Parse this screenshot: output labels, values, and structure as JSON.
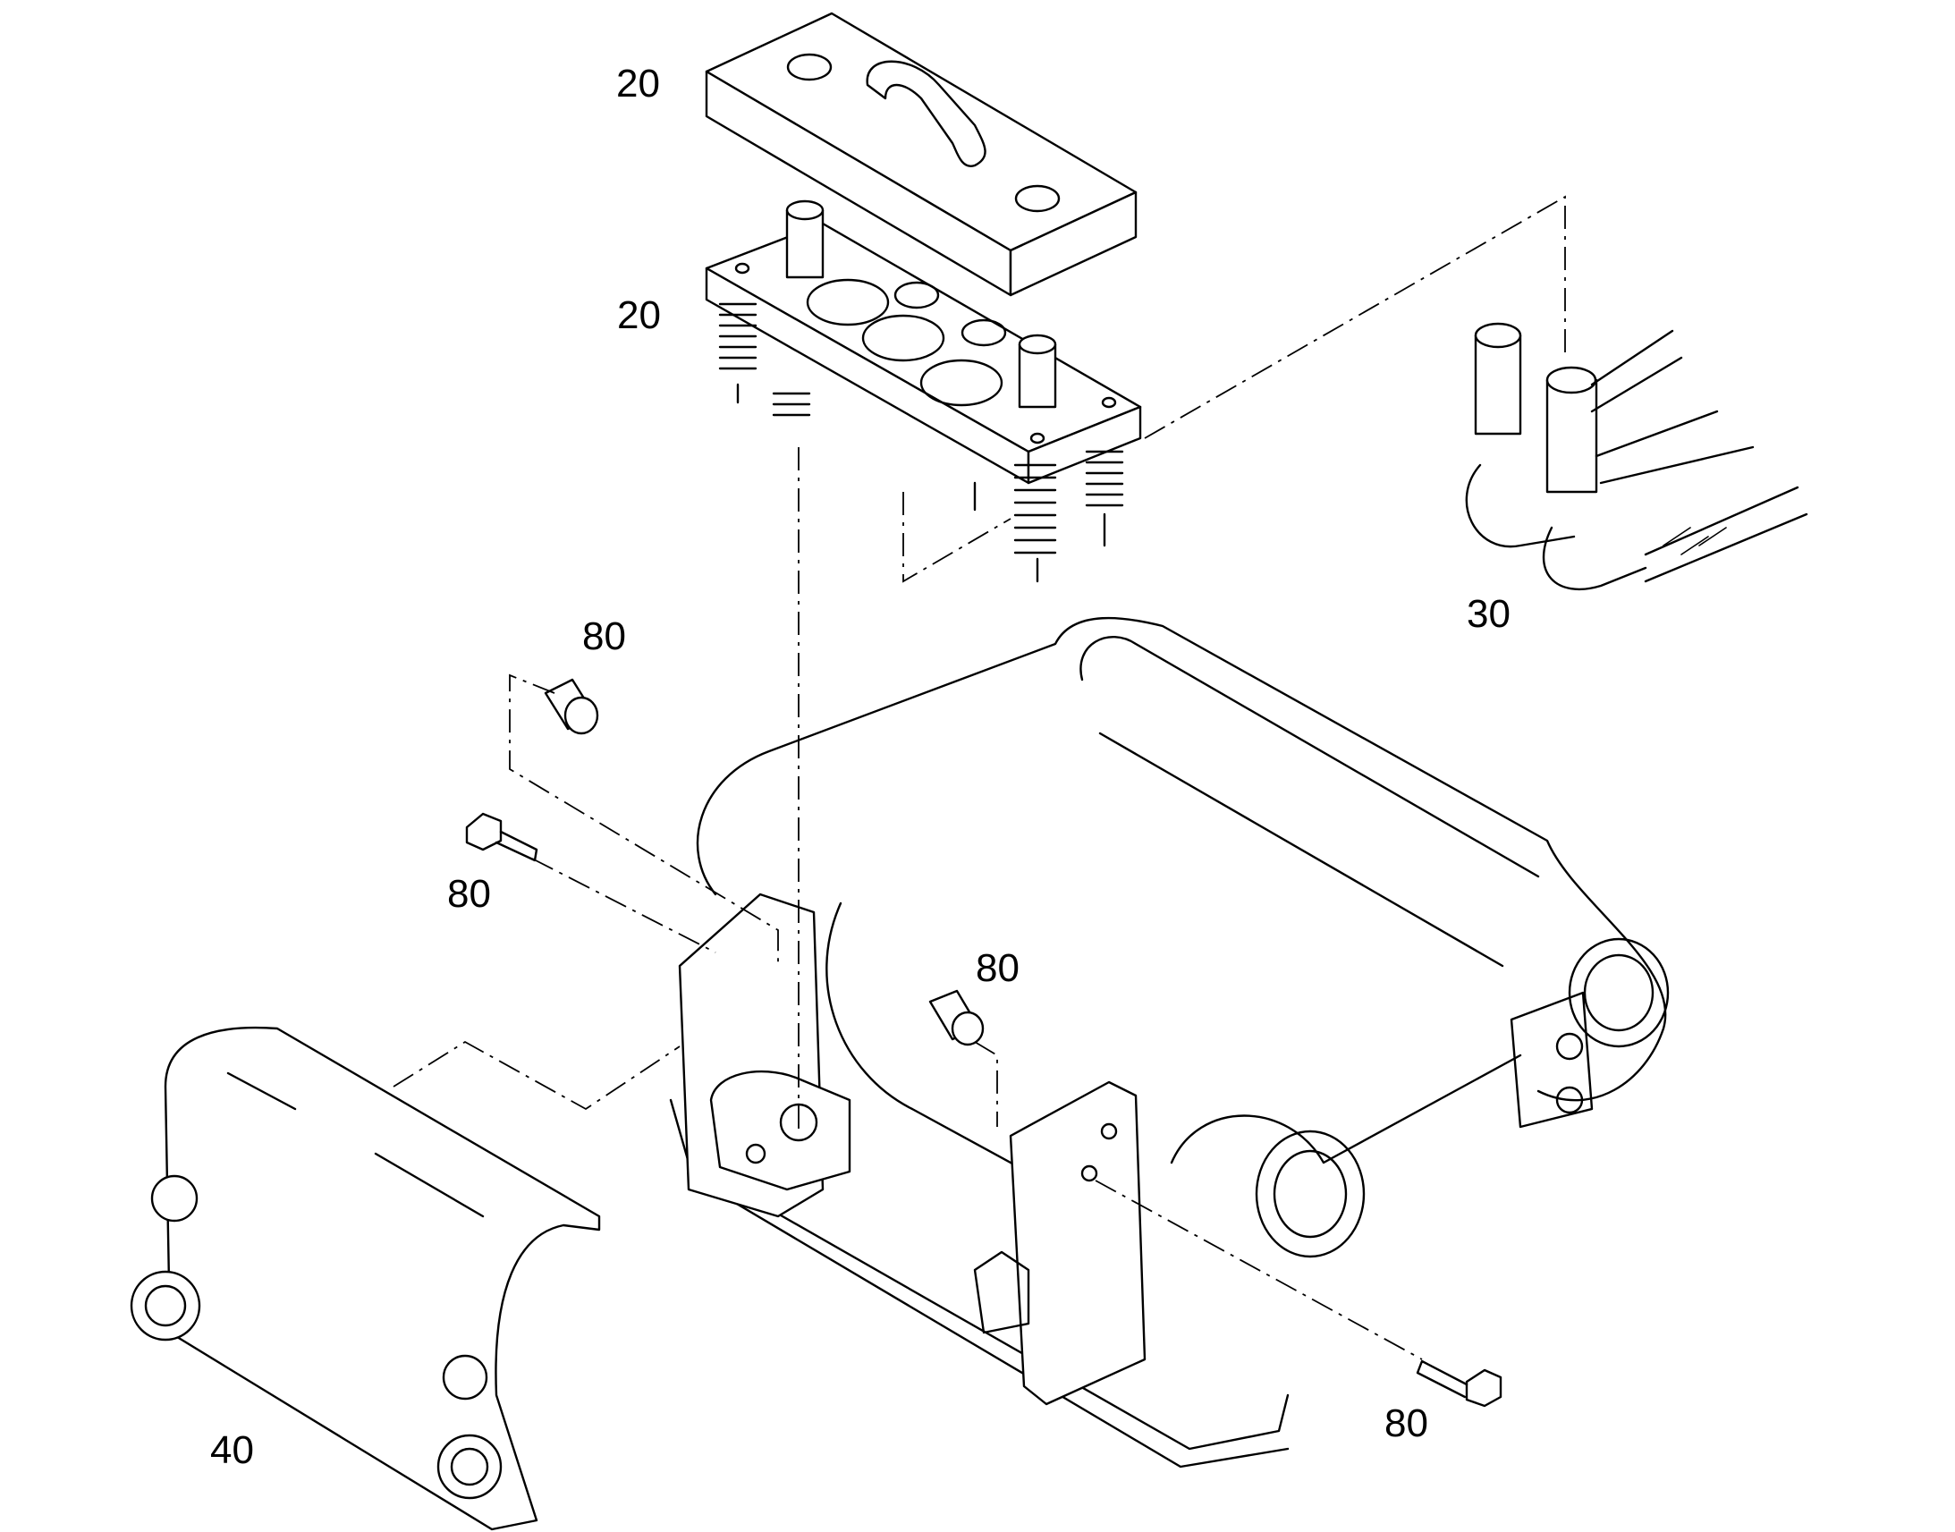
{
  "callouts": [
    {
      "id": "c1",
      "label": "20"
    },
    {
      "id": "c2",
      "label": "20"
    },
    {
      "id": "c3",
      "label": "30"
    },
    {
      "id": "c4",
      "label": "80"
    },
    {
      "id": "c5",
      "label": "80"
    },
    {
      "id": "c6",
      "label": "80"
    },
    {
      "id": "c7",
      "label": "80"
    },
    {
      "id": "c8",
      "label": "40"
    }
  ],
  "colors": {
    "line": "#000000",
    "background": "#ffffff"
  }
}
